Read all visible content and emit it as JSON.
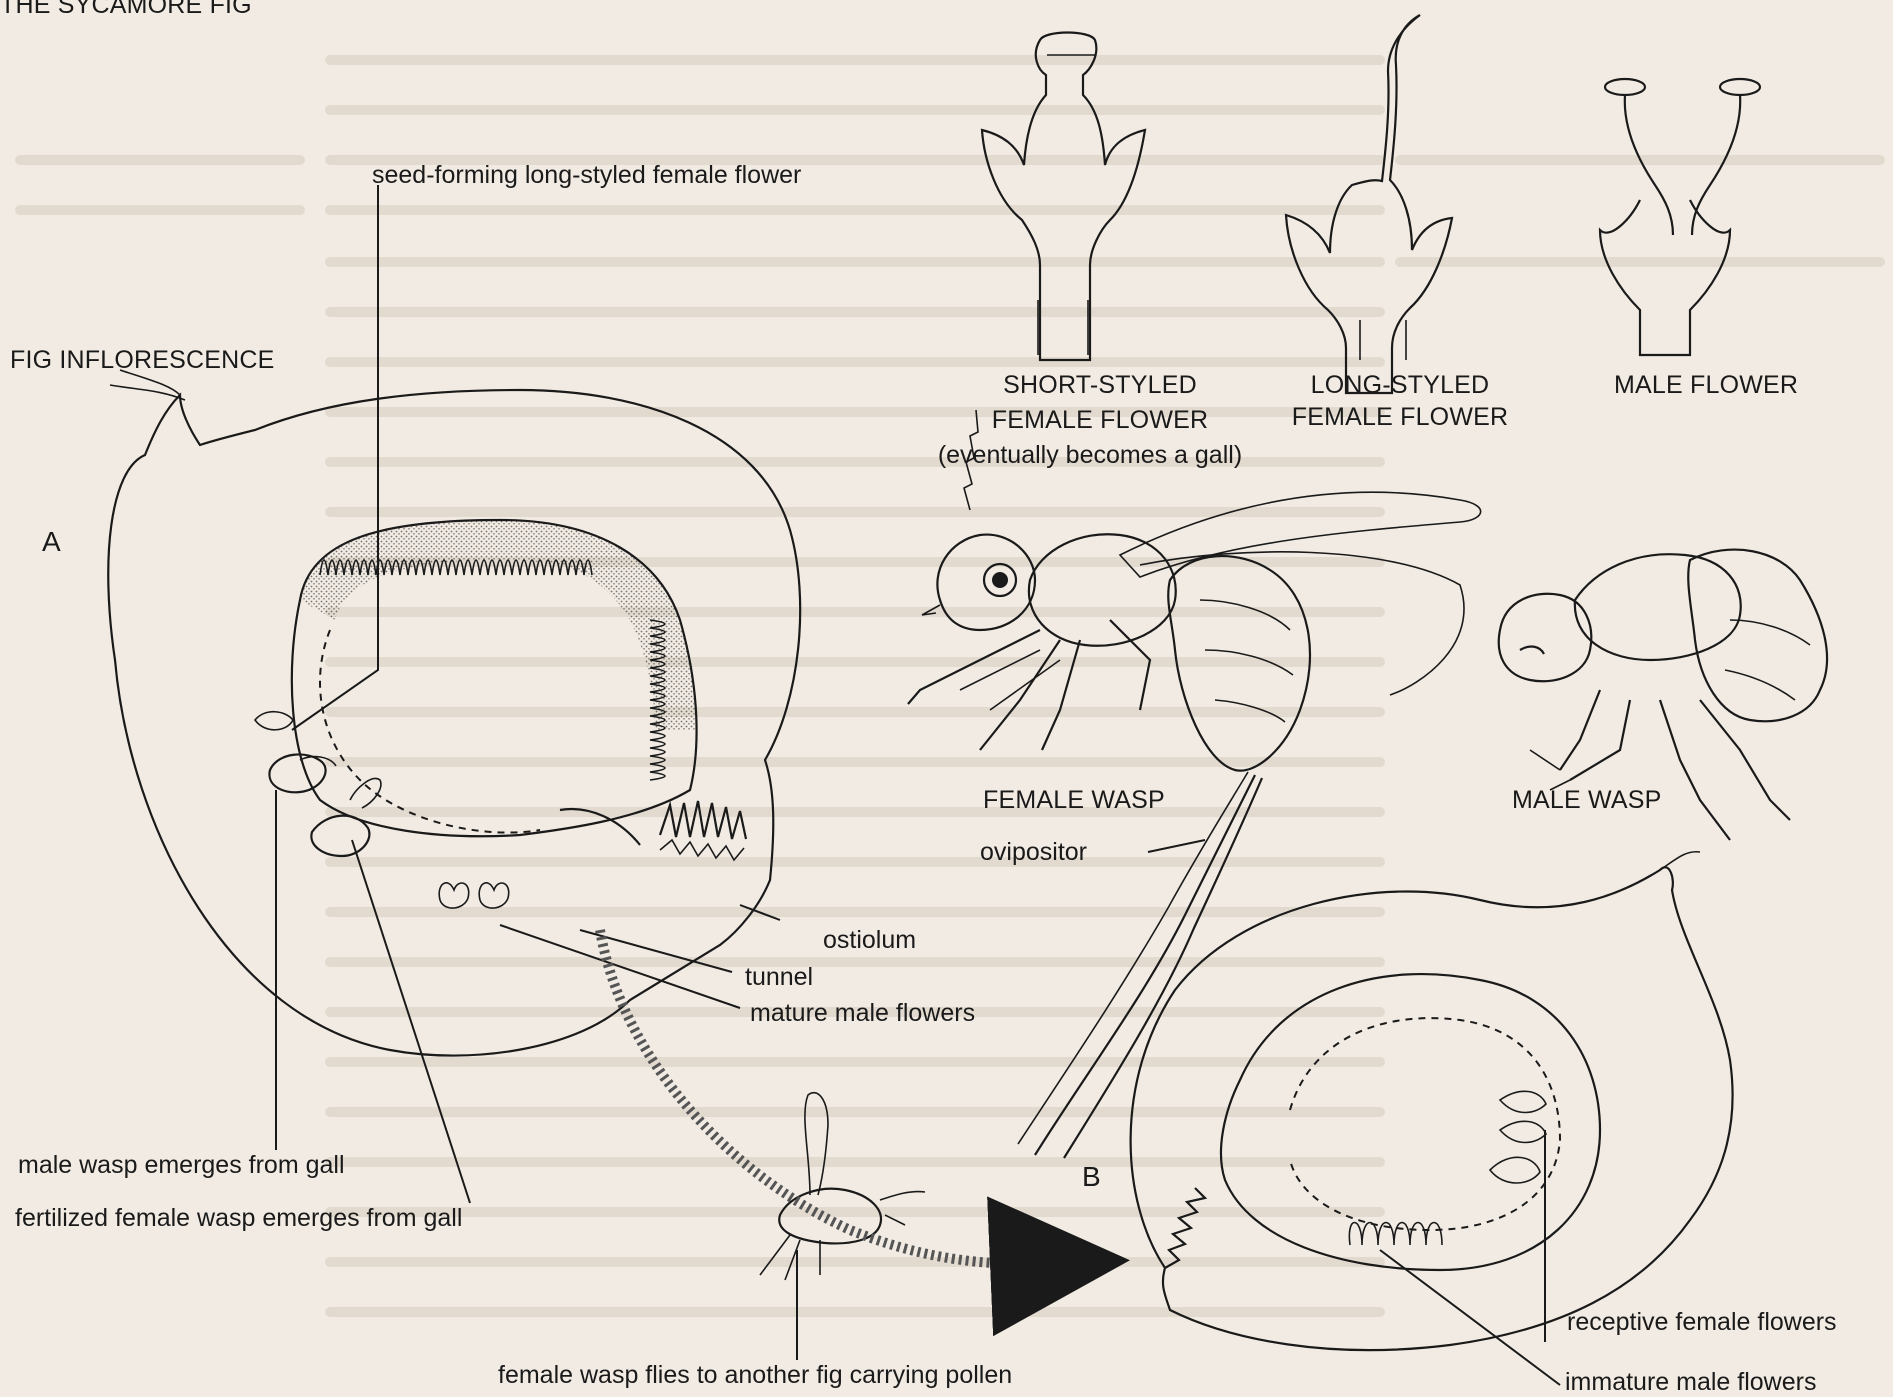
{
  "title": "THE SYCAMORE FIG",
  "inflorescence_label": "FIG INFLORESCENCE",
  "fig_a_letter": "A",
  "fig_b_letter": "B",
  "flowers": {
    "short_styled_line1": "SHORT-STYLED",
    "short_styled_line2": "FEMALE FLOWER",
    "short_styled_note": "(eventually becomes a gall)",
    "long_styled_line1": "LONG-STYLED",
    "long_styled_line2": "FEMALE FLOWER",
    "male_flower": "MALE FLOWER"
  },
  "wasps": {
    "female": "FEMALE WASP",
    "male": "MALE WASP",
    "ovipositor": "ovipositor"
  },
  "annotations": {
    "seed_forming": "seed-forming long-styled female flower",
    "ostiolum": "ostiolum",
    "tunnel": "tunnel",
    "mature_male": "mature male flowers",
    "male_emerges": "male wasp emerges from gall",
    "female_emerges": "fertilized female wasp emerges from gall",
    "female_flies": "female wasp flies to another fig carrying pollen",
    "receptive_female": "receptive female flowers",
    "immature_male": "immature male flowers"
  }
}
